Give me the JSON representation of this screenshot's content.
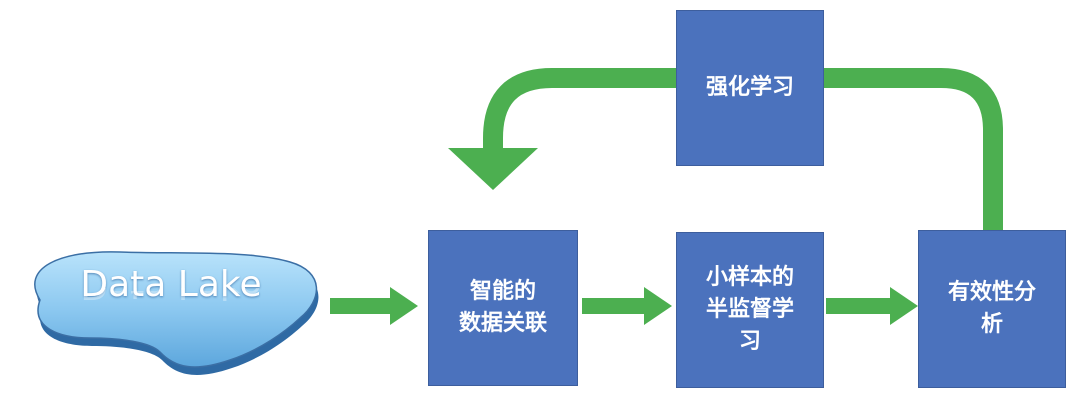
{
  "data_lake": {
    "label": "Data Lake"
  },
  "nodes": {
    "association": {
      "line1": "智能的",
      "line2": "数据关联"
    },
    "semi_supervised": {
      "line1": "小样本的",
      "line2": "半监督学",
      "line3": "习"
    },
    "effectiveness": {
      "line1": "有效性分",
      "line2": "析"
    },
    "reinforcement": {
      "line1": "强化学习"
    }
  },
  "colors": {
    "box_fill": "#4b72bd",
    "arrow_green": "#4caf50",
    "lake_fill": "#8cc8f0",
    "lake_edge": "#3b6fa5"
  }
}
